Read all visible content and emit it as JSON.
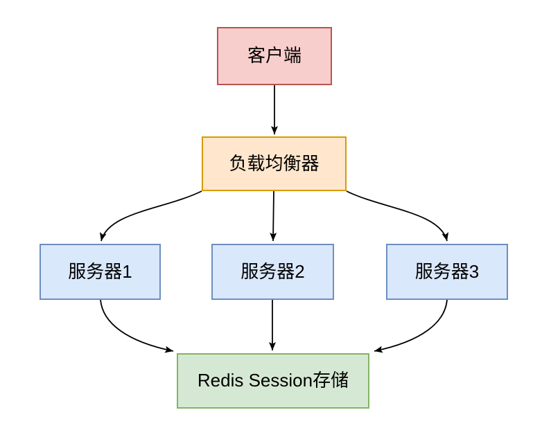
{
  "diagram": {
    "background_color": "#ffffff",
    "text_color": "#000000",
    "edge_color": "#000000",
    "nodes": [
      {
        "id": "client",
        "label": "客户端",
        "fill": "#f8cecc",
        "stroke": "#b85450"
      },
      {
        "id": "load-balancer",
        "label": "负载均衡器",
        "fill": "#ffe6cc",
        "stroke": "#d79b00"
      },
      {
        "id": "server1",
        "label": "服务器1",
        "fill": "#dae8fc",
        "stroke": "#6c8ebf"
      },
      {
        "id": "server2",
        "label": "服务器2",
        "fill": "#dae8fc",
        "stroke": "#6c8ebf"
      },
      {
        "id": "server3",
        "label": "服务器3",
        "fill": "#dae8fc",
        "stroke": "#6c8ebf"
      },
      {
        "id": "redis",
        "label": "Redis Session存储",
        "fill": "#d5e8d4",
        "stroke": "#82b366"
      }
    ],
    "edges": [
      {
        "from": "client",
        "to": "load-balancer"
      },
      {
        "from": "load-balancer",
        "to": "server1"
      },
      {
        "from": "load-balancer",
        "to": "server2"
      },
      {
        "from": "load-balancer",
        "to": "server3"
      },
      {
        "from": "server1",
        "to": "redis"
      },
      {
        "from": "server2",
        "to": "redis"
      },
      {
        "from": "server3",
        "to": "redis"
      }
    ]
  }
}
